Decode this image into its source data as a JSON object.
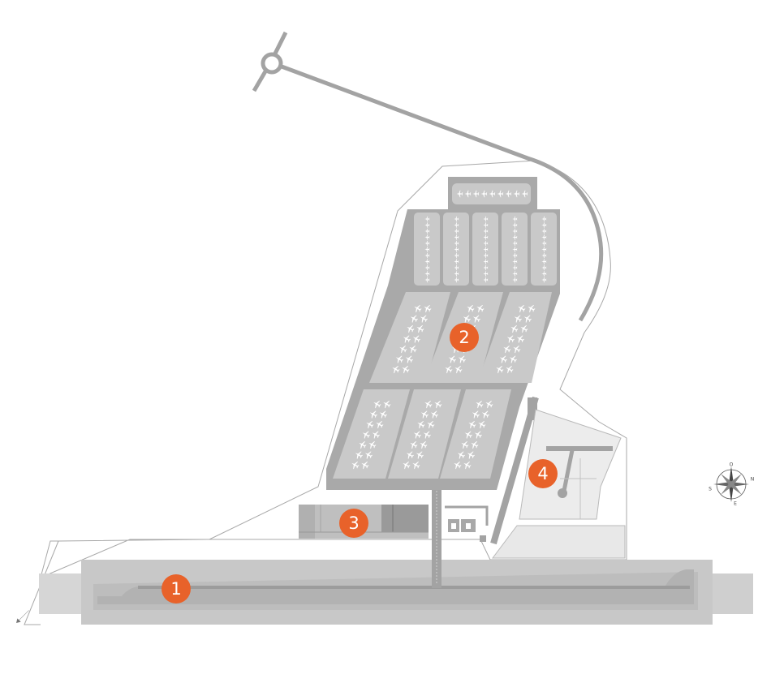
{
  "colors": {
    "ground": "#ffffff",
    "site_outline": "#a8a8a8",
    "runway_area": "#cfcfcf",
    "runway": "#b5b5b5",
    "stand_area": "#bdbdbd",
    "stand": "#cbcbcb",
    "taxiway": "#a3a3a3",
    "road": "#a3a3a3",
    "hangar": "#bfbfbf",
    "hangar_dark": "#9a9a9a",
    "terminal_area": "#ececec",
    "marker": "#e8622a",
    "marker_text": "#ffffff"
  },
  "markers": [
    {
      "id": "runway",
      "label": "1"
    },
    {
      "id": "aircraft-storage",
      "label": "2"
    },
    {
      "id": "hangar",
      "label": "3"
    },
    {
      "id": "terminal",
      "label": "4"
    }
  ],
  "compass": {
    "n": "N",
    "e": "E",
    "s": "S",
    "w": "O"
  },
  "icons": [
    "compass-rose-icon",
    "north-arrow-icon",
    "aircraft-icon"
  ]
}
